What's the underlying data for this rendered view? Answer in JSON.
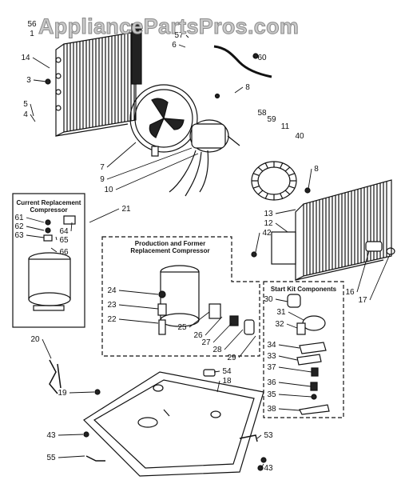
{
  "watermark": "AppliancePartsPros.com",
  "boxes": {
    "current": {
      "line1": "Current Replacement",
      "line2": "Compressor"
    },
    "production": {
      "line1": "Production and Former",
      "line2": "Replacement Compressor"
    },
    "start_kit": {
      "title": "Start Kit Components"
    }
  },
  "callouts": [
    {
      "id": "c56",
      "text": "56"
    },
    {
      "id": "c1",
      "text": "1"
    },
    {
      "id": "c57",
      "text": "57"
    },
    {
      "id": "c6",
      "text": "6"
    },
    {
      "id": "c60",
      "text": "60"
    },
    {
      "id": "c14",
      "text": "14"
    },
    {
      "id": "c3",
      "text": "3"
    },
    {
      "id": "c8a",
      "text": "8"
    },
    {
      "id": "c5",
      "text": "5"
    },
    {
      "id": "c4",
      "text": "4"
    },
    {
      "id": "c58",
      "text": "58"
    },
    {
      "id": "c59",
      "text": "59"
    },
    {
      "id": "c11",
      "text": "11"
    },
    {
      "id": "c40",
      "text": "40"
    },
    {
      "id": "c7",
      "text": "7"
    },
    {
      "id": "c9",
      "text": "9"
    },
    {
      "id": "c10",
      "text": "10"
    },
    {
      "id": "c8b",
      "text": "8"
    },
    {
      "id": "c21",
      "text": "21"
    },
    {
      "id": "c61",
      "text": "61"
    },
    {
      "id": "c62",
      "text": "62"
    },
    {
      "id": "c63",
      "text": "63"
    },
    {
      "id": "c64",
      "text": "64"
    },
    {
      "id": "c65",
      "text": "65"
    },
    {
      "id": "c66",
      "text": "66"
    },
    {
      "id": "c13",
      "text": "13"
    },
    {
      "id": "c12",
      "text": "12"
    },
    {
      "id": "c42",
      "text": "42"
    },
    {
      "id": "c16",
      "text": "16"
    },
    {
      "id": "c17",
      "text": "17"
    },
    {
      "id": "c24",
      "text": "24"
    },
    {
      "id": "c23",
      "text": "23"
    },
    {
      "id": "c22",
      "text": "22"
    },
    {
      "id": "c25",
      "text": "25"
    },
    {
      "id": "c26",
      "text": "26"
    },
    {
      "id": "c27",
      "text": "27"
    },
    {
      "id": "c28",
      "text": "28"
    },
    {
      "id": "c29",
      "text": "29"
    },
    {
      "id": "c30",
      "text": "30"
    },
    {
      "id": "c31",
      "text": "31"
    },
    {
      "id": "c32",
      "text": "32"
    },
    {
      "id": "c34",
      "text": "34"
    },
    {
      "id": "c33",
      "text": "33"
    },
    {
      "id": "c37",
      "text": "37"
    },
    {
      "id": "c36",
      "text": "36"
    },
    {
      "id": "c35",
      "text": "35"
    },
    {
      "id": "c38",
      "text": "38"
    },
    {
      "id": "c20",
      "text": "20"
    },
    {
      "id": "c54",
      "text": "54"
    },
    {
      "id": "c18",
      "text": "18"
    },
    {
      "id": "c19",
      "text": "19"
    },
    {
      "id": "c43a",
      "text": "43"
    },
    {
      "id": "c53",
      "text": "53"
    },
    {
      "id": "c55",
      "text": "55"
    },
    {
      "id": "c43b",
      "text": "43"
    }
  ]
}
